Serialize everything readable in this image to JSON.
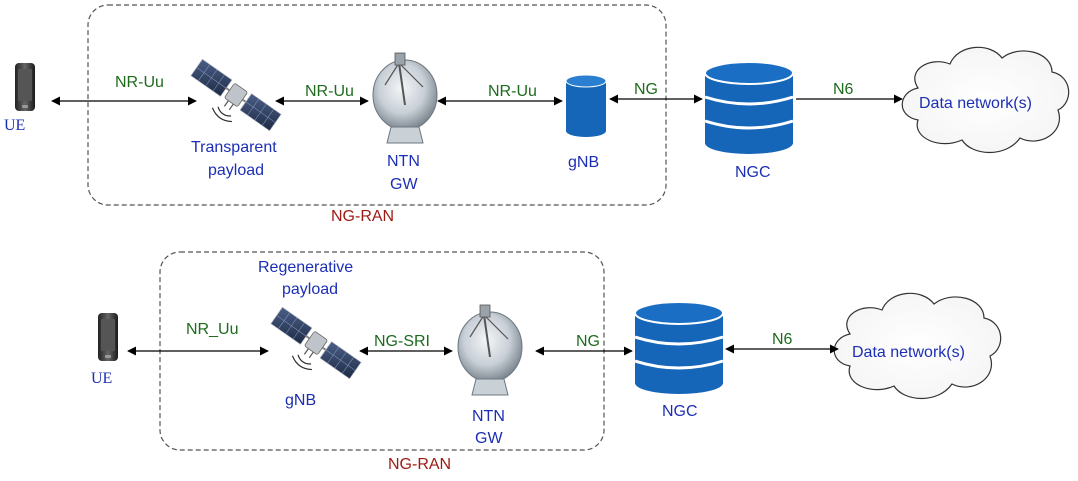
{
  "top": {
    "ue_label": "UE",
    "satellite_label_1": "Transparent",
    "satellite_label_2": "payload",
    "gw_label_1": "NTN",
    "gw_label_2": "GW",
    "gnb_label": "gNB",
    "ngc_label": "NGC",
    "dn_label": "Data network(s)",
    "ran_label": "NG-RAN",
    "links": {
      "ue_sat": "NR-Uu",
      "sat_gw": "NR-Uu",
      "gw_gnb": "NR-Uu",
      "gnb_ngc": "NG",
      "ngc_dn": "N6"
    }
  },
  "bottom": {
    "ue_label": "UE",
    "payload_label_1": "Regenerative",
    "payload_label_2": "payload",
    "satellite_label": "gNB",
    "gw_label_1": "NTN",
    "gw_label_2": "GW",
    "ngc_label": "NGC",
    "dn_label": "Data network(s)",
    "ran_label": "NG-RAN",
    "links": {
      "ue_sat": "NR_Uu",
      "sat_gw": "NG-SRI",
      "gw_ngc": "NG",
      "ngc_dn": "N6"
    }
  },
  "colors": {
    "node_label": "#1c2fb4",
    "link_label": "#1e6b1e",
    "ran_label": "#9c1a14",
    "database": "#1565b8"
  },
  "icons": [
    "phone-icon",
    "satellite-icon",
    "dish-antenna-icon",
    "database-icon",
    "cloud-icon"
  ]
}
